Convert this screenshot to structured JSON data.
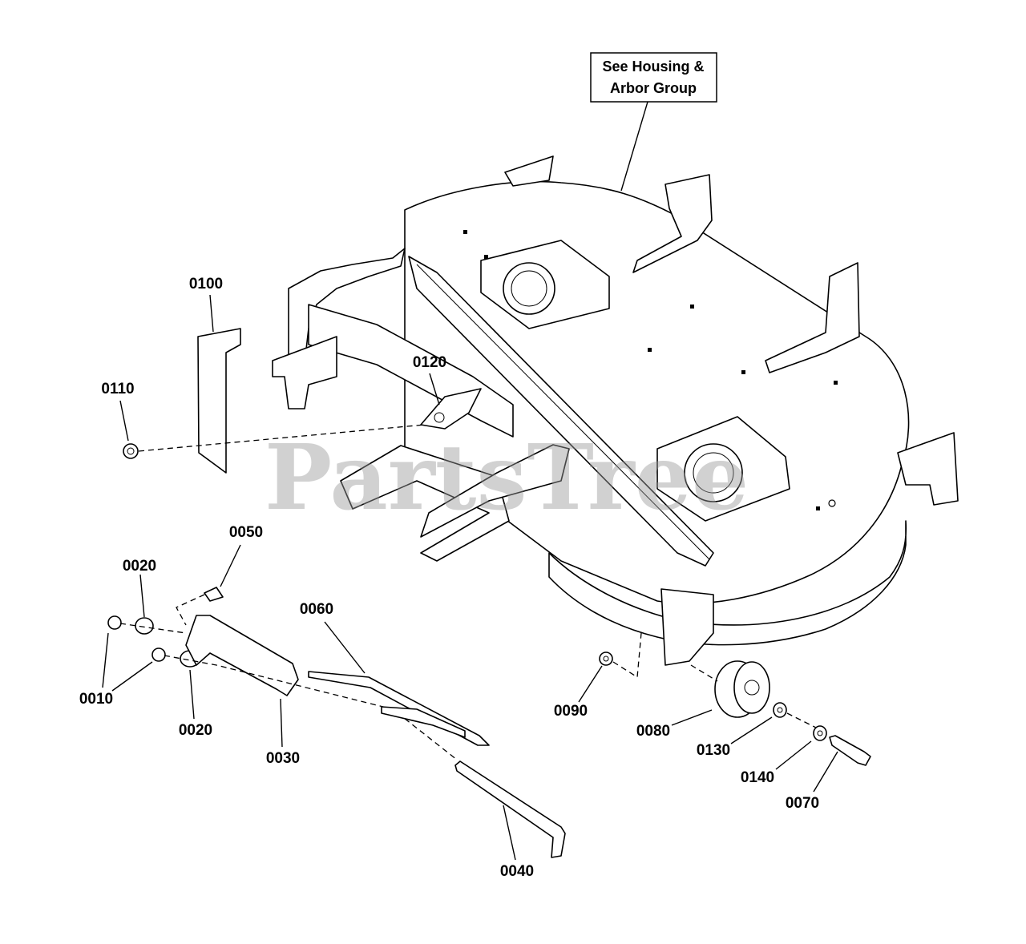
{
  "callout": {
    "line1": "See Housing &",
    "line2": "Arbor Group"
  },
  "watermark": "PartsTree",
  "parts": [
    {
      "id": "p0100",
      "label": "0100"
    },
    {
      "id": "p0110",
      "label": "0110"
    },
    {
      "id": "p0120",
      "label": "0120"
    },
    {
      "id": "p0050",
      "label": "0050"
    },
    {
      "id": "p0020a",
      "label": "0020"
    },
    {
      "id": "p0010",
      "label": "0010"
    },
    {
      "id": "p0020b",
      "label": "0020"
    },
    {
      "id": "p0030",
      "label": "0030"
    },
    {
      "id": "p0060",
      "label": "0060"
    },
    {
      "id": "p0040",
      "label": "0040"
    },
    {
      "id": "p0090",
      "label": "0090"
    },
    {
      "id": "p0080",
      "label": "0080"
    },
    {
      "id": "p0130",
      "label": "0130"
    },
    {
      "id": "p0140",
      "label": "0140"
    },
    {
      "id": "p0070",
      "label": "0070"
    }
  ]
}
